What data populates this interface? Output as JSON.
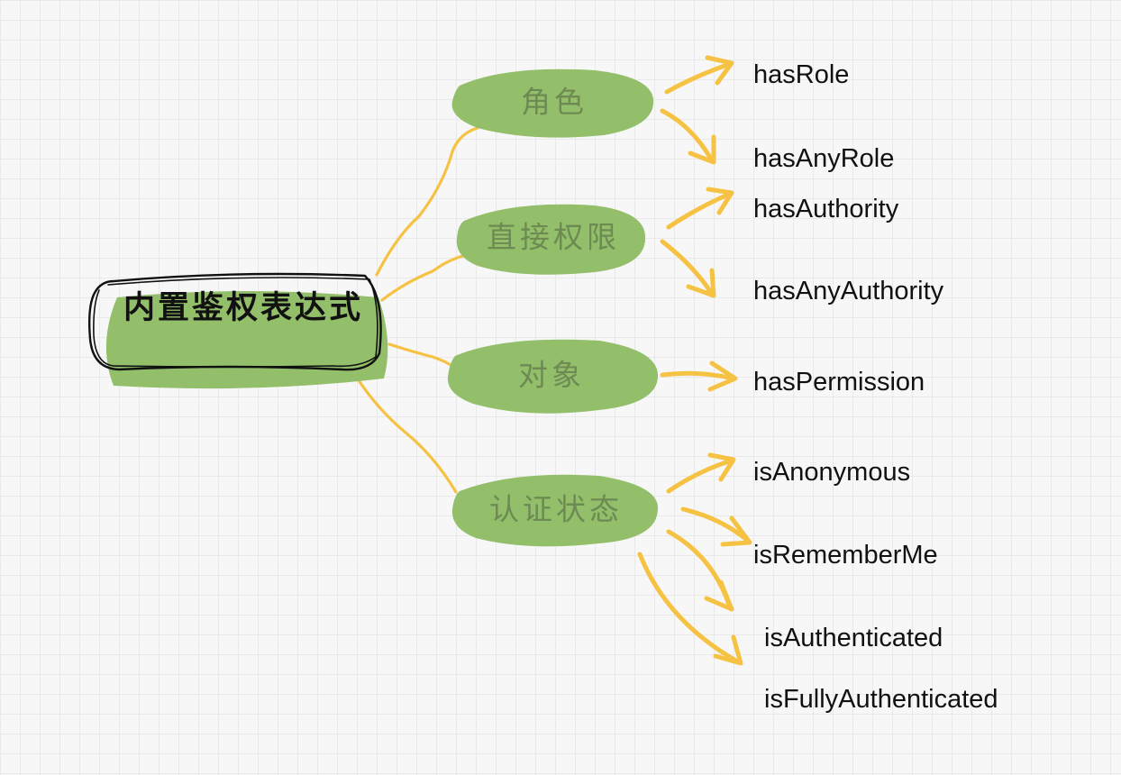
{
  "root": {
    "label": "内置鉴权表达式"
  },
  "branches": [
    {
      "label": "角色",
      "leaves": [
        "hasRole",
        "hasAnyRole"
      ]
    },
    {
      "label": "直接权限",
      "leaves": [
        "hasAuthority",
        "hasAnyAuthority"
      ]
    },
    {
      "label": "对象",
      "leaves": [
        "hasPermission"
      ]
    },
    {
      "label": "认证状态",
      "leaves": [
        "isAnonymous",
        "isRememberMe",
        "isAuthenticated",
        "isFullyAuthenticated"
      ]
    }
  ],
  "colors": {
    "node_fill": "#93bf6b",
    "connector": "#f6c244",
    "branch_text": "#6d8a53",
    "leaf_text": "#111111",
    "outline": "#111111",
    "background": "#f7f7f7",
    "grid": "#e9e9e9"
  }
}
